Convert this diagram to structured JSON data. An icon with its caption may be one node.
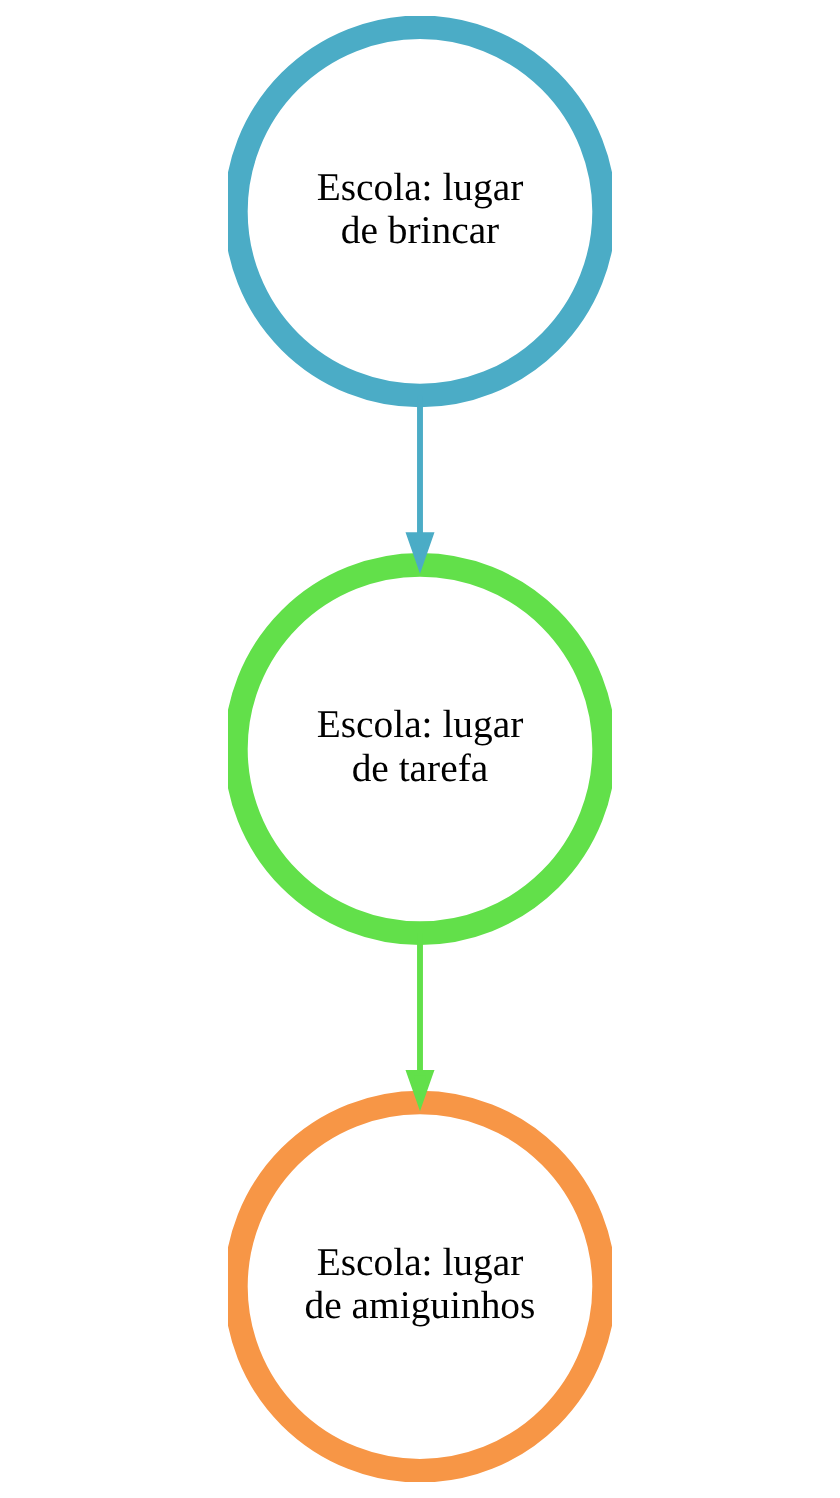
{
  "diagram": {
    "nodes": [
      {
        "text": [
          "Escola: lugar de brincar"
        ]
      },
      {
        "text": [
          "Escola: lugar de tarefa"
        ]
      },
      {
        "text": [
          "Escola: lugar de amiguinhos"
        ]
      }
    ],
    "edges": [
      {
        "from": 0,
        "to": 1,
        "arrow": "to",
        "color": "#4bacc6"
      },
      {
        "from": 1,
        "to": 2,
        "arrow": "to",
        "color": "#62e04a"
      }
    ]
  }
}
